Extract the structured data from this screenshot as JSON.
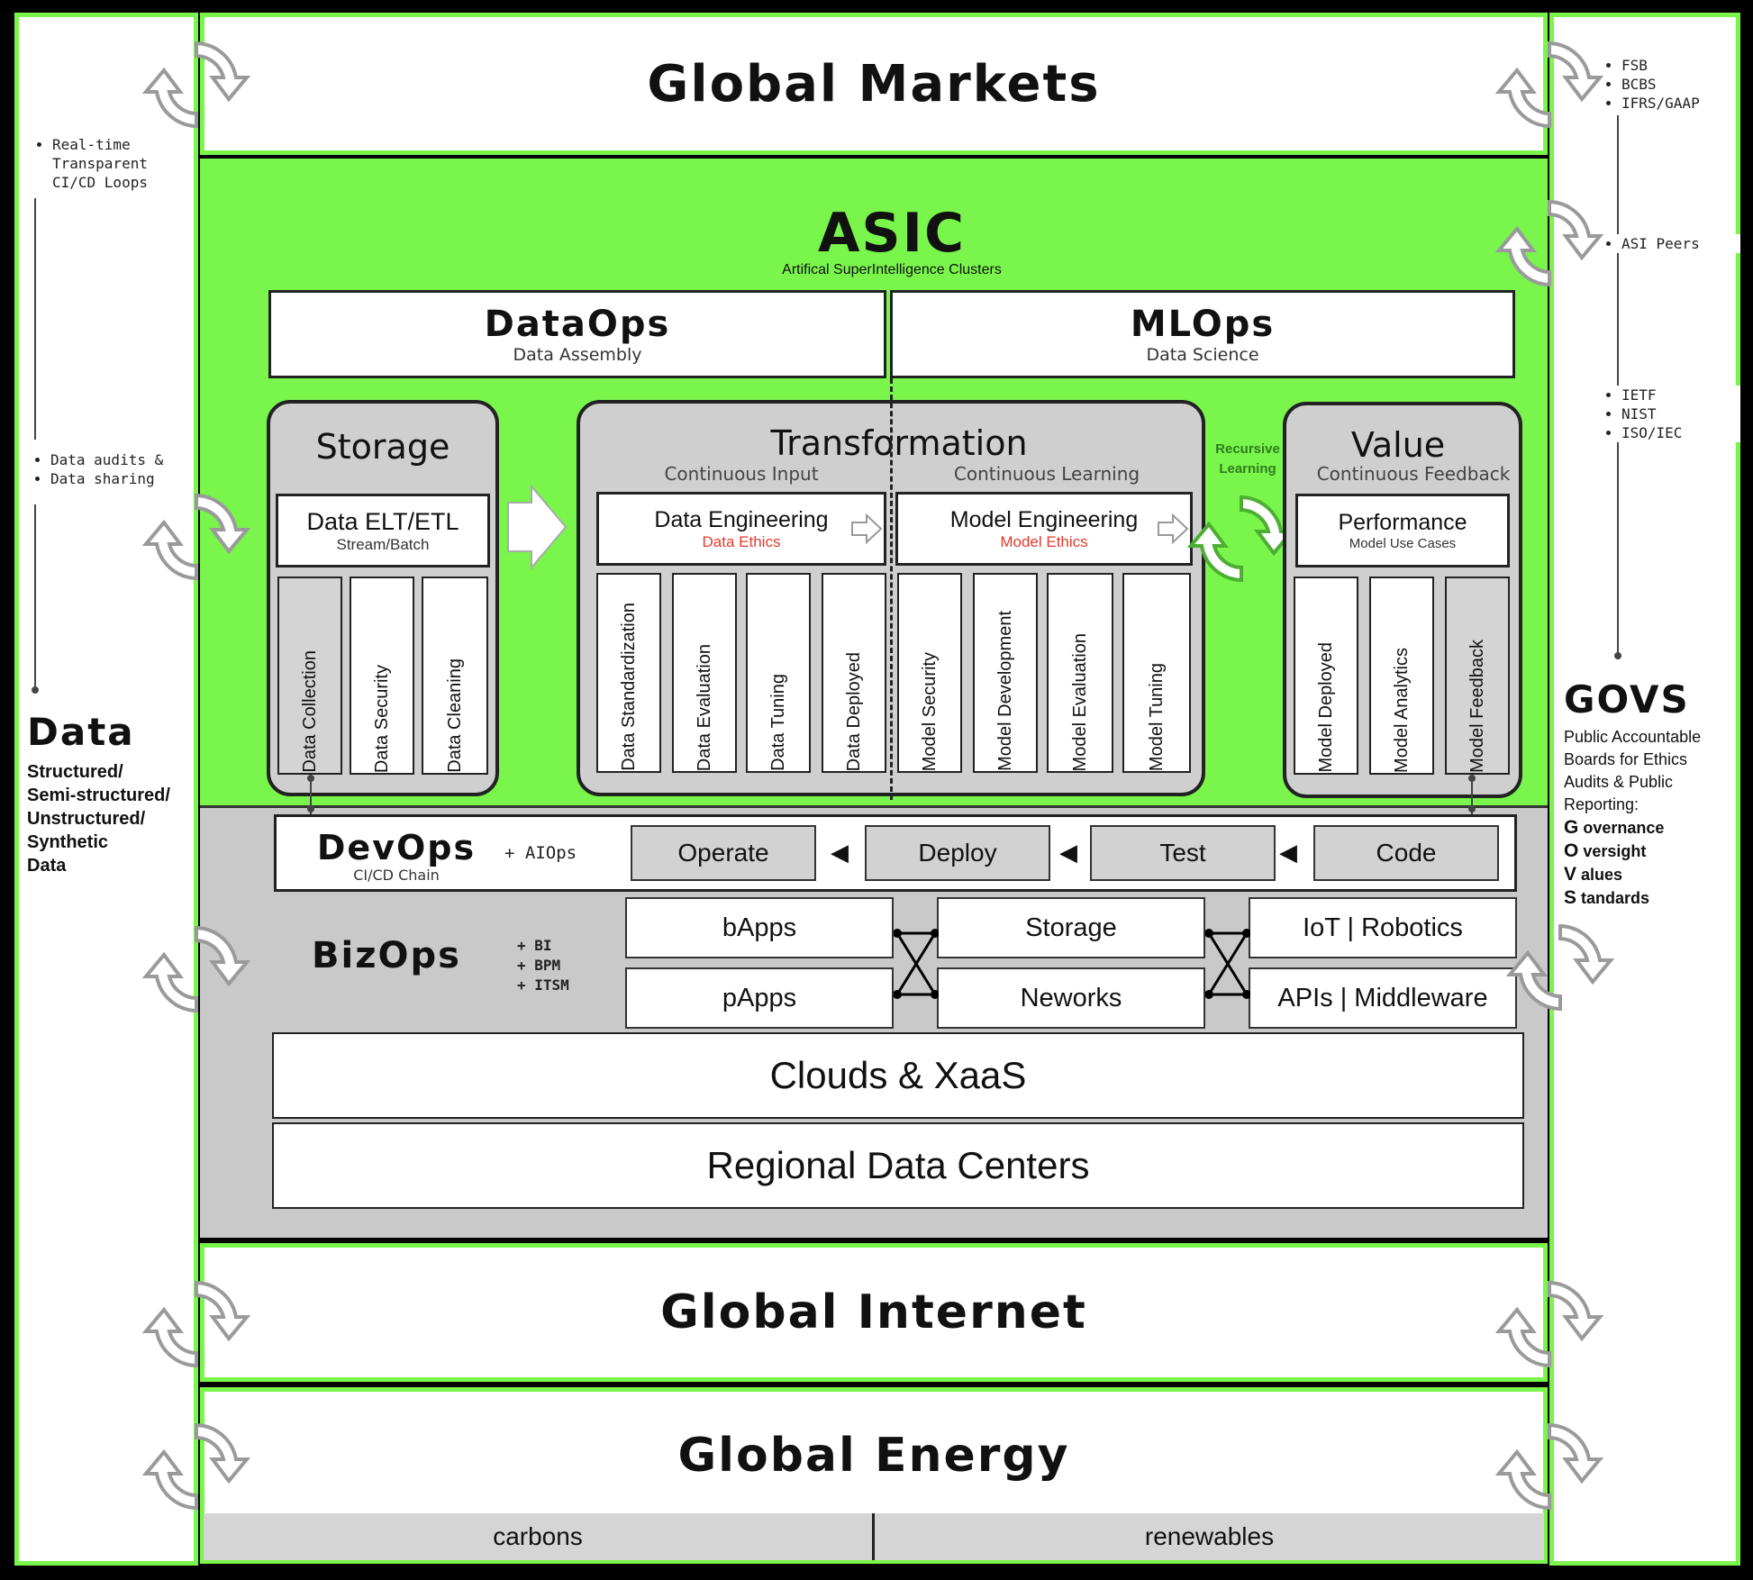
{
  "top": {
    "title": "Global Markets"
  },
  "asic": {
    "title": "ASIC",
    "subtitle": "Artifical SuperIntelligence Clusters"
  },
  "dataops": {
    "title": "DataOps",
    "subtitle": "Data Assembly"
  },
  "mlops": {
    "title": "MLOps",
    "subtitle": "Data Science"
  },
  "storage": {
    "title": "Storage",
    "box_title": "Data ELT/ETL",
    "box_sub": "Stream/Batch",
    "columns": [
      "Data Collection",
      "Data Security",
      "Data Cleaning"
    ]
  },
  "transformation": {
    "title": "Transformation",
    "left_sub": "Continuous Input",
    "right_sub": "Continuous Learning",
    "de_title": "Data Engineering",
    "de_sub": "Data Ethics",
    "me_title": "Model Engineering",
    "me_sub": "Model Ethics",
    "columns": [
      "Data Standardization",
      "Data Evaluation",
      "Data Tuning",
      "Data Deployed",
      "Model Security",
      "Model Development",
      "Model Evaluation",
      "Model Tuning"
    ]
  },
  "recursive": {
    "label": "Recursive Learning"
  },
  "value": {
    "title": "Value",
    "sub": "Continuous Feedback",
    "box_title": "Performance",
    "box_sub": "Model Use Cases",
    "columns": [
      "Model Deployed",
      "Model Analytics",
      "Model Feedback"
    ]
  },
  "devops": {
    "title": "DevOps",
    "subtitle": "CI/CD Chain",
    "extra": "+ AIOps",
    "steps": [
      "Operate",
      "Deploy",
      "Test",
      "Code"
    ]
  },
  "bizops": {
    "title": "BizOps",
    "extras": [
      "+ BI",
      "+ BPM",
      "+ ITSM"
    ],
    "boxes": [
      "bApps",
      "pApps",
      "Storage",
      "Neworks",
      "IoT | Robotics",
      "APIs | Middleware"
    ]
  },
  "clouds": {
    "label": "Clouds & XaaS"
  },
  "datacenters": {
    "label": "Regional Data Centers"
  },
  "internet": {
    "title": "Global Internet"
  },
  "energy": {
    "title": "Global Energy",
    "left": "carbons",
    "right": "renewables"
  },
  "left": {
    "loops": [
      "Real-time",
      "Transparent",
      "CI/CD Loops"
    ],
    "audits": [
      "Data audits &",
      "Data sharing"
    ],
    "data_title": "Data",
    "data_lines": [
      "Structured/",
      "Semi-structured/",
      "Unstructured/",
      "Synthetic",
      "Data"
    ]
  },
  "right": {
    "regs": [
      "FSB",
      "BCBS",
      "IFRS/GAAP"
    ],
    "peers": [
      "ASI Peers"
    ],
    "standards": [
      "IETF",
      "NIST",
      "ISO/IEC"
    ],
    "govs_title": "GOVS",
    "govs_desc": [
      "Public Accountable",
      "Boards for Ethics",
      "Audits & Public",
      "Reporting:"
    ],
    "govs_letters": [
      {
        "l": "G",
        "w": " overnance"
      },
      {
        "l": "O",
        "w": " versight"
      },
      {
        "l": "V",
        "w": " alues"
      },
      {
        "l": "S",
        "w": " tandards"
      }
    ]
  },
  "colors": {
    "green": "#79f54c",
    "gray": "#c9c9c9",
    "ethics_red": "#e03a2e"
  }
}
